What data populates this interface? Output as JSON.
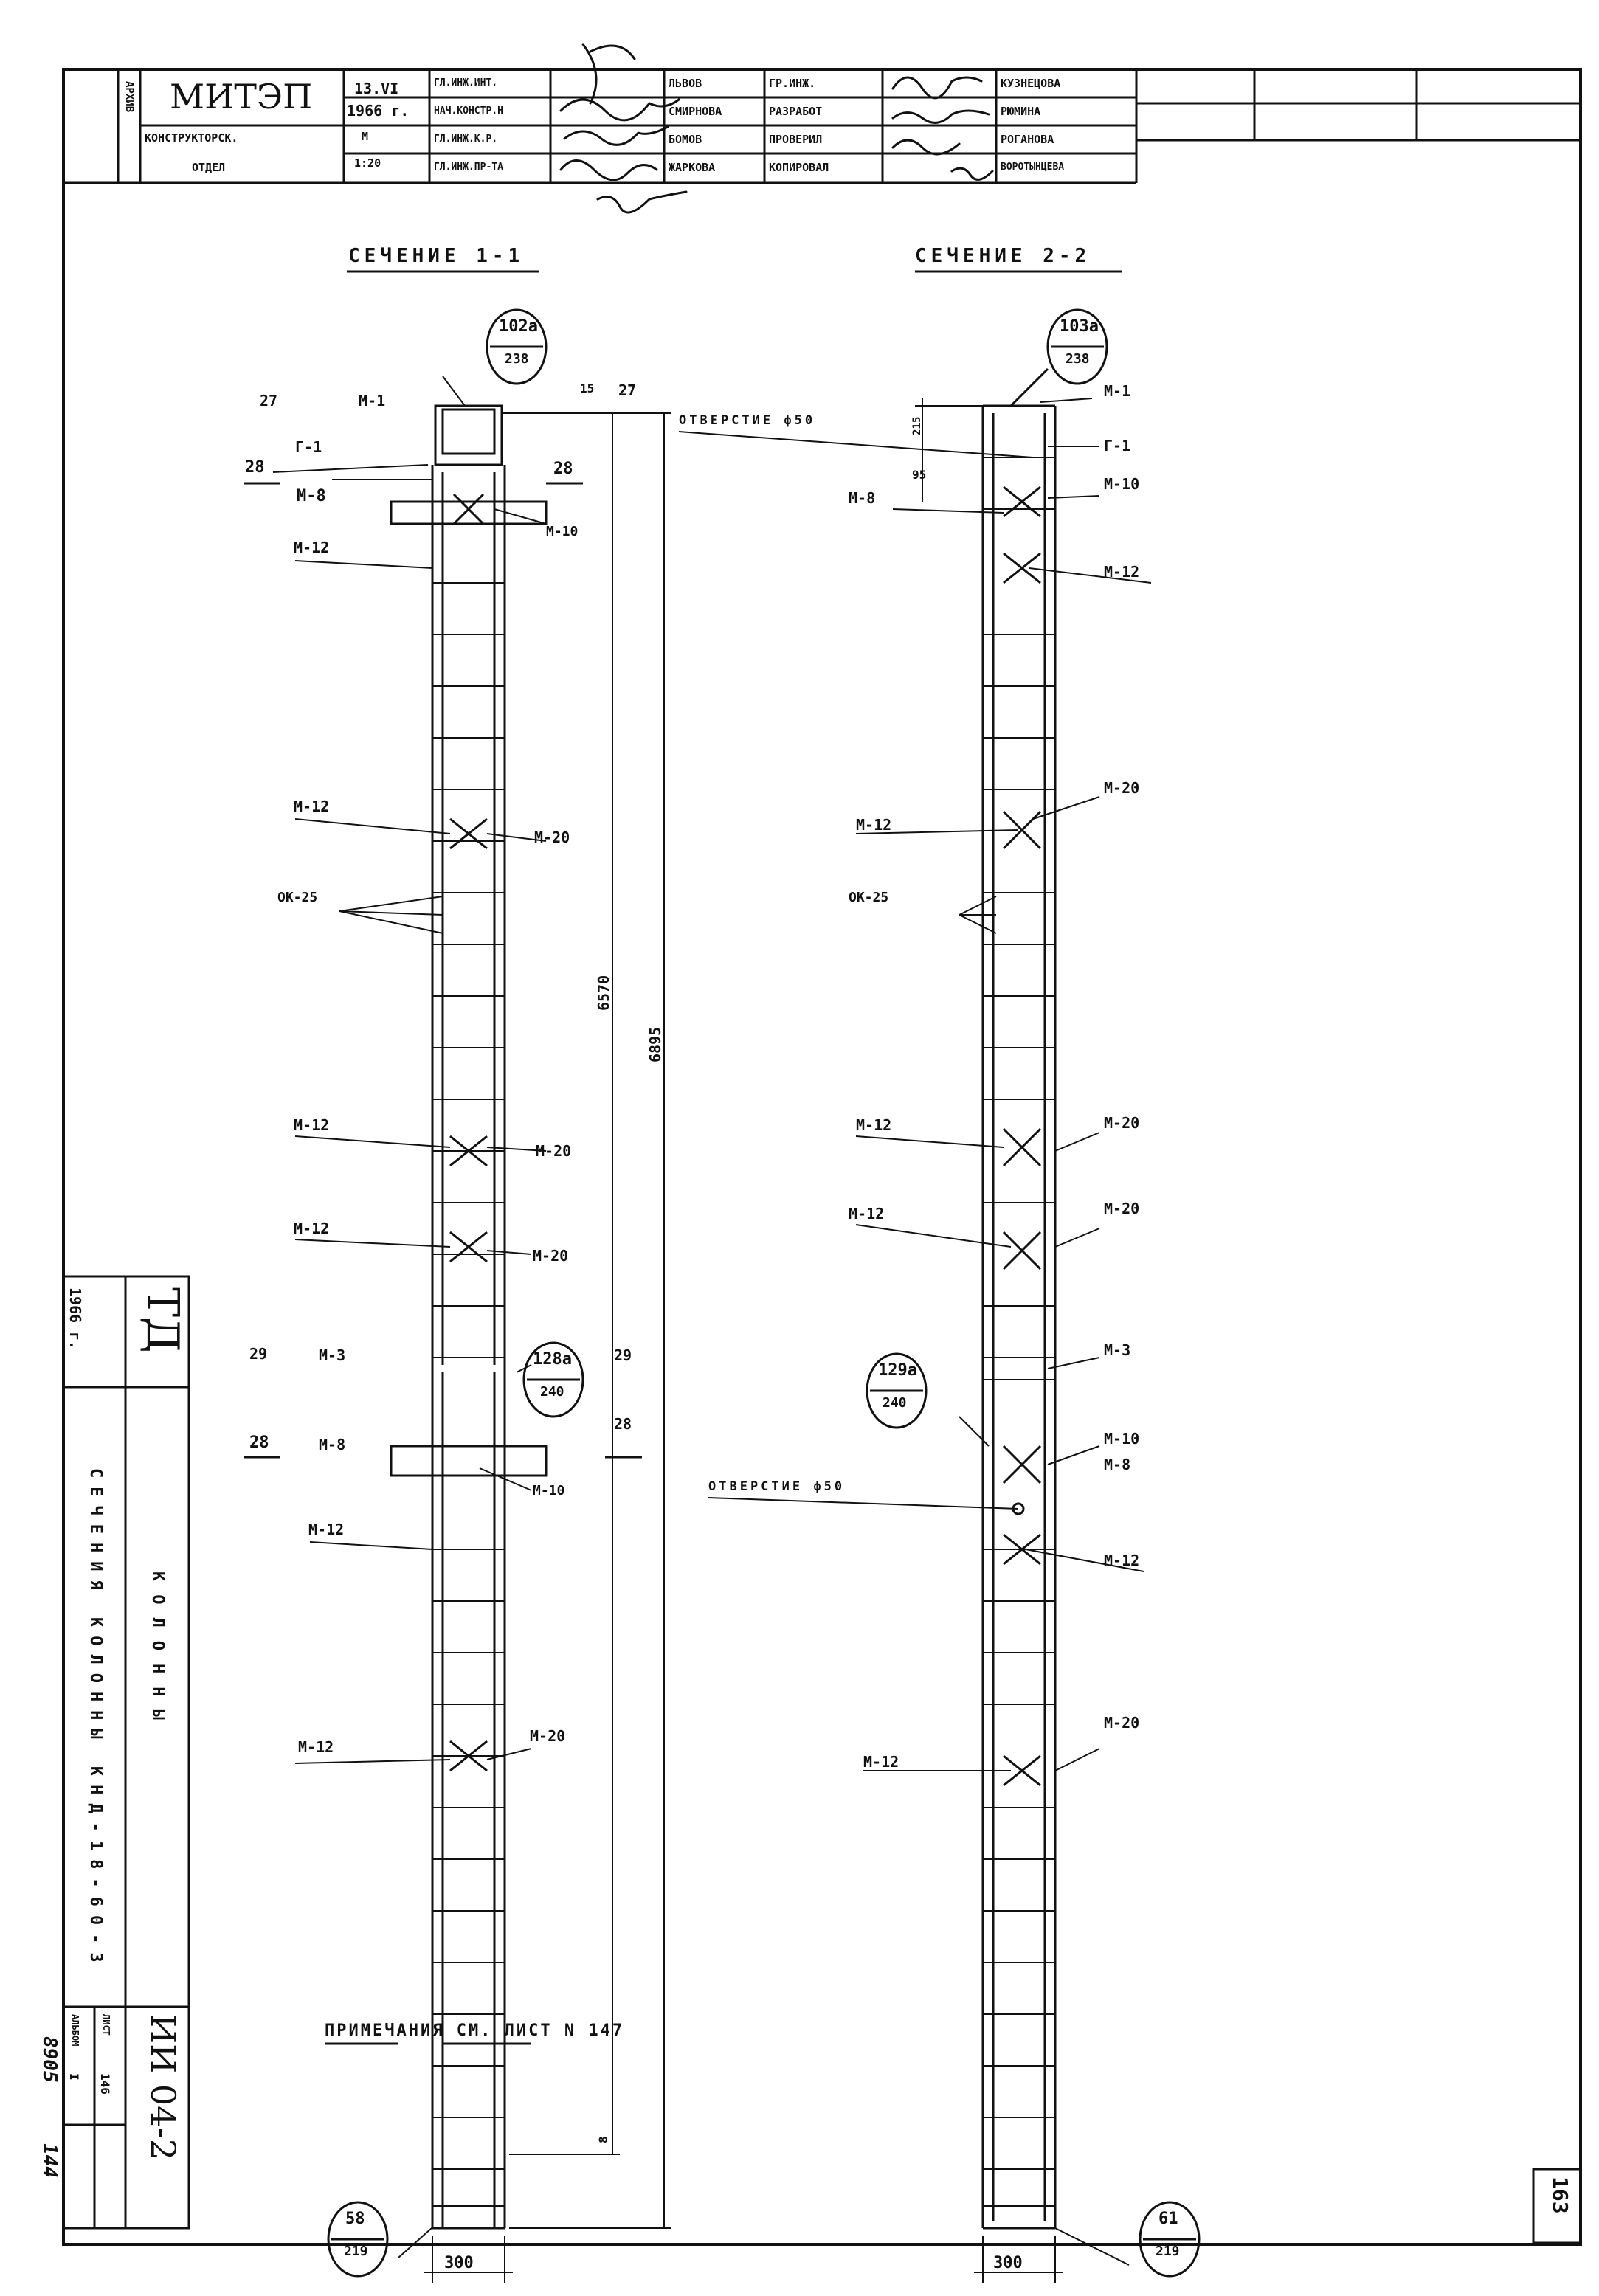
{
  "title_block": {
    "org_side": "АРХИВ",
    "org": "МИТЭП",
    "dept_line1": "КОНСТРУКТОРСК.",
    "dept_line2": "ОТДЕЛ",
    "date": "13.VI",
    "year": "1966 г.",
    "scale_label": "М",
    "scale": "1:20",
    "roles_left": [
      "ГЛ.ИНЖ.ИНТ.",
      "НАЧ.КОНСТР.Н",
      "ГЛ.ИНЖ.К.Р.",
      "ГЛ.ИНЖ.ПР-ТА"
    ],
    "names_left": [
      "ЛЬВОВ",
      "СМИРНОВА",
      "БОМОВ",
      "ЖАРКОВА"
    ],
    "roles_right": [
      "ГР.ИНЖ.",
      "РАЗРАБОТ",
      "ПРОВЕРИЛ",
      "КОПИРОВАЛ"
    ],
    "names_right": [
      "КУЗНЕЦОВА",
      "РЮМИНА",
      "РОГАНОВА",
      "ВОРОТЫНЦЕВА"
    ]
  },
  "side_stamp": {
    "logo": "ТД",
    "year": "1966 г.",
    "type": "КОЛОННЫ",
    "title": "СЕЧЕНИЯ КОЛОННЫ КНД-18-60-3",
    "series": "ИИ 04-2",
    "album_label": "АЛЬБОМ",
    "album": "I",
    "sheet_label": "ЛИСТ",
    "sheet": "146"
  },
  "margin_numbers": {
    "n1": "8905",
    "n2": "144"
  },
  "page_number": "163",
  "section1": {
    "title": "СЕЧЕНИЕ 1-1",
    "labels": {
      "m1": "М-1",
      "m8": "М-8",
      "m12a": "М-12",
      "m10": "М-10",
      "m12b": "М-12",
      "m20a": "М-20",
      "ok": "ОК-25",
      "m12c": "М-12",
      "m20b": "М-20",
      "m12d": "М-12",
      "m20c": "М-20",
      "m3": "М-3",
      "m8b": "М-8",
      "m10b": "М-10",
      "m12e": "М-12",
      "m12f": "М-12",
      "m20d": "М-20",
      "r1": "Г-1"
    },
    "marks": {
      "a1": "27",
      "a2": "28",
      "a3": "28",
      "a4": "27",
      "a5": "29",
      "a6": "29",
      "a7": "28",
      "a8": "28",
      "d15": "15"
    },
    "callouts": {
      "top_num": "102а",
      "top_den": "238",
      "mid_num": "128а",
      "mid_den": "240",
      "bot_num": "58",
      "bot_den": "219"
    },
    "dims": {
      "height1": "6570",
      "height2": "6895",
      "width": "300",
      "end": "8"
    }
  },
  "section2": {
    "title": "СЕЧЕНИЕ 2-2",
    "hole_top": "ОТВЕРСТИЕ ф50",
    "hole_bottom": "ОТВЕРСТИЕ ф50",
    "labels": {
      "m1": "М-1",
      "g1": "Г-1",
      "m8": "М-8",
      "m10": "М-10",
      "m12a": "М-12",
      "m12b": "М-12",
      "m20a": "М-20",
      "ok": "ОК-25",
      "m12c": "М-12",
      "m20b": "М-20",
      "m12d": "М-12",
      "m20c": "М-20",
      "m3": "М-3",
      "m10b": "М-10",
      "m8b": "М-8",
      "m12e": "М-12",
      "m20d": "М-20",
      "m12f": "М-12"
    },
    "dims": {
      "d1": "215",
      "d2": "95",
      "width": "300"
    },
    "callouts": {
      "top_num": "103а",
      "top_den": "238",
      "mid_num": "129а",
      "mid_den": "240",
      "bot_num": "61",
      "bot_den": "219"
    }
  },
  "note": "ПРИМЕЧАНИЯ СМ. ЛИСТ N 147"
}
